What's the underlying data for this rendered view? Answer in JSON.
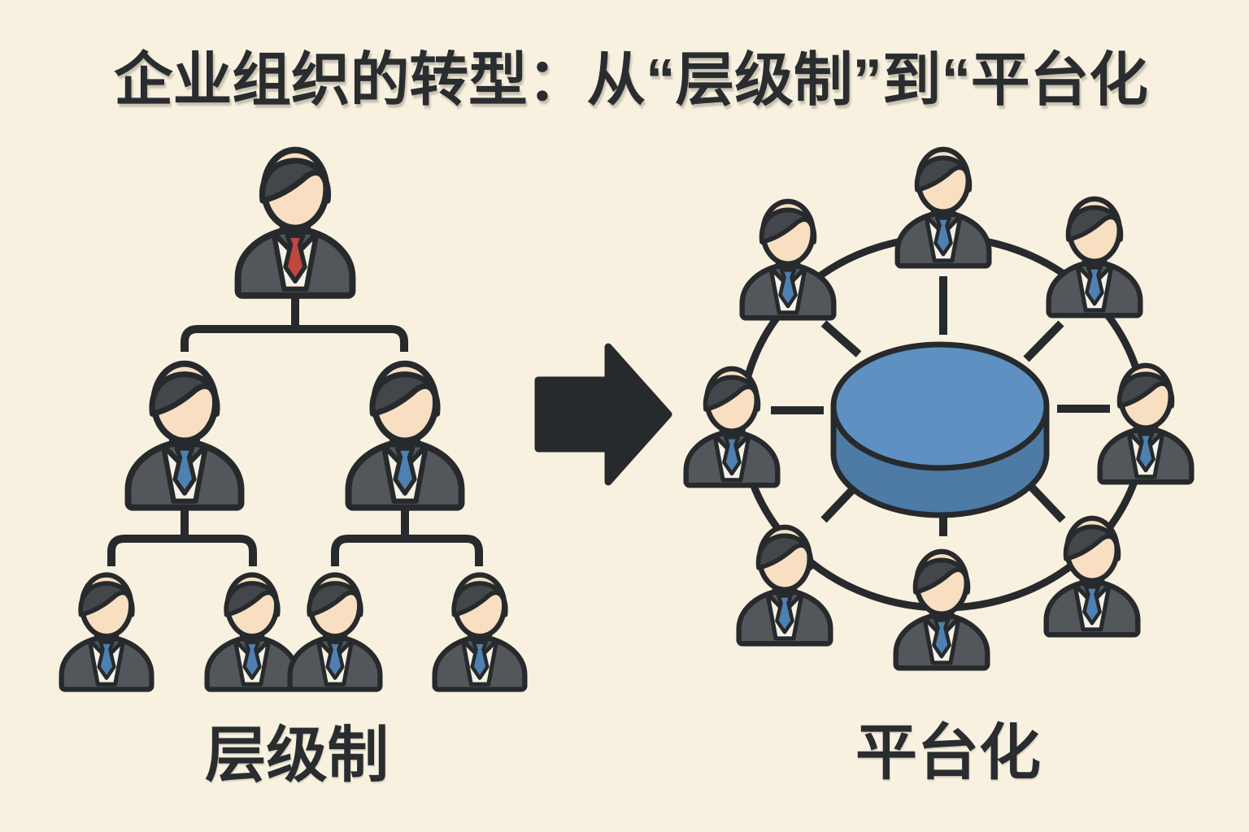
{
  "title": {
    "text": "企业组织的转型：从“层级制”到“平台化"
  },
  "left_diagram": {
    "label": "层级制",
    "structure": "hierarchy",
    "levels": [
      {
        "role": "leader",
        "count": 1,
        "tie_color": "#bf4740"
      },
      {
        "role": "manager",
        "count": 2,
        "tie_color": "#4e80b2"
      },
      {
        "role": "worker",
        "count": 4,
        "tie_color": "#4e80b2"
      }
    ],
    "total_people": 7
  },
  "arrow": {
    "icon": "arrow-right",
    "color": "#272a2c"
  },
  "right_diagram": {
    "label": "平台化",
    "structure": "platform-network",
    "member_count": 8,
    "center_element": "platform-disc",
    "platform_top_color": "#5e90c1",
    "platform_side_color": "#4d7ba6"
  },
  "palette": {
    "background": "#f9f1e0",
    "outline": "#272a2c",
    "suit": "#53565a",
    "hair": "#43464a",
    "skin": "#f8dfc2",
    "shirt": "#f6f1e7",
    "tie_blue": "#4e80b2",
    "tie_red": "#bf4740",
    "platform_top": "#5e90c1",
    "platform_side": "#4d7ba6",
    "title_color": "#2a2d2f"
  }
}
